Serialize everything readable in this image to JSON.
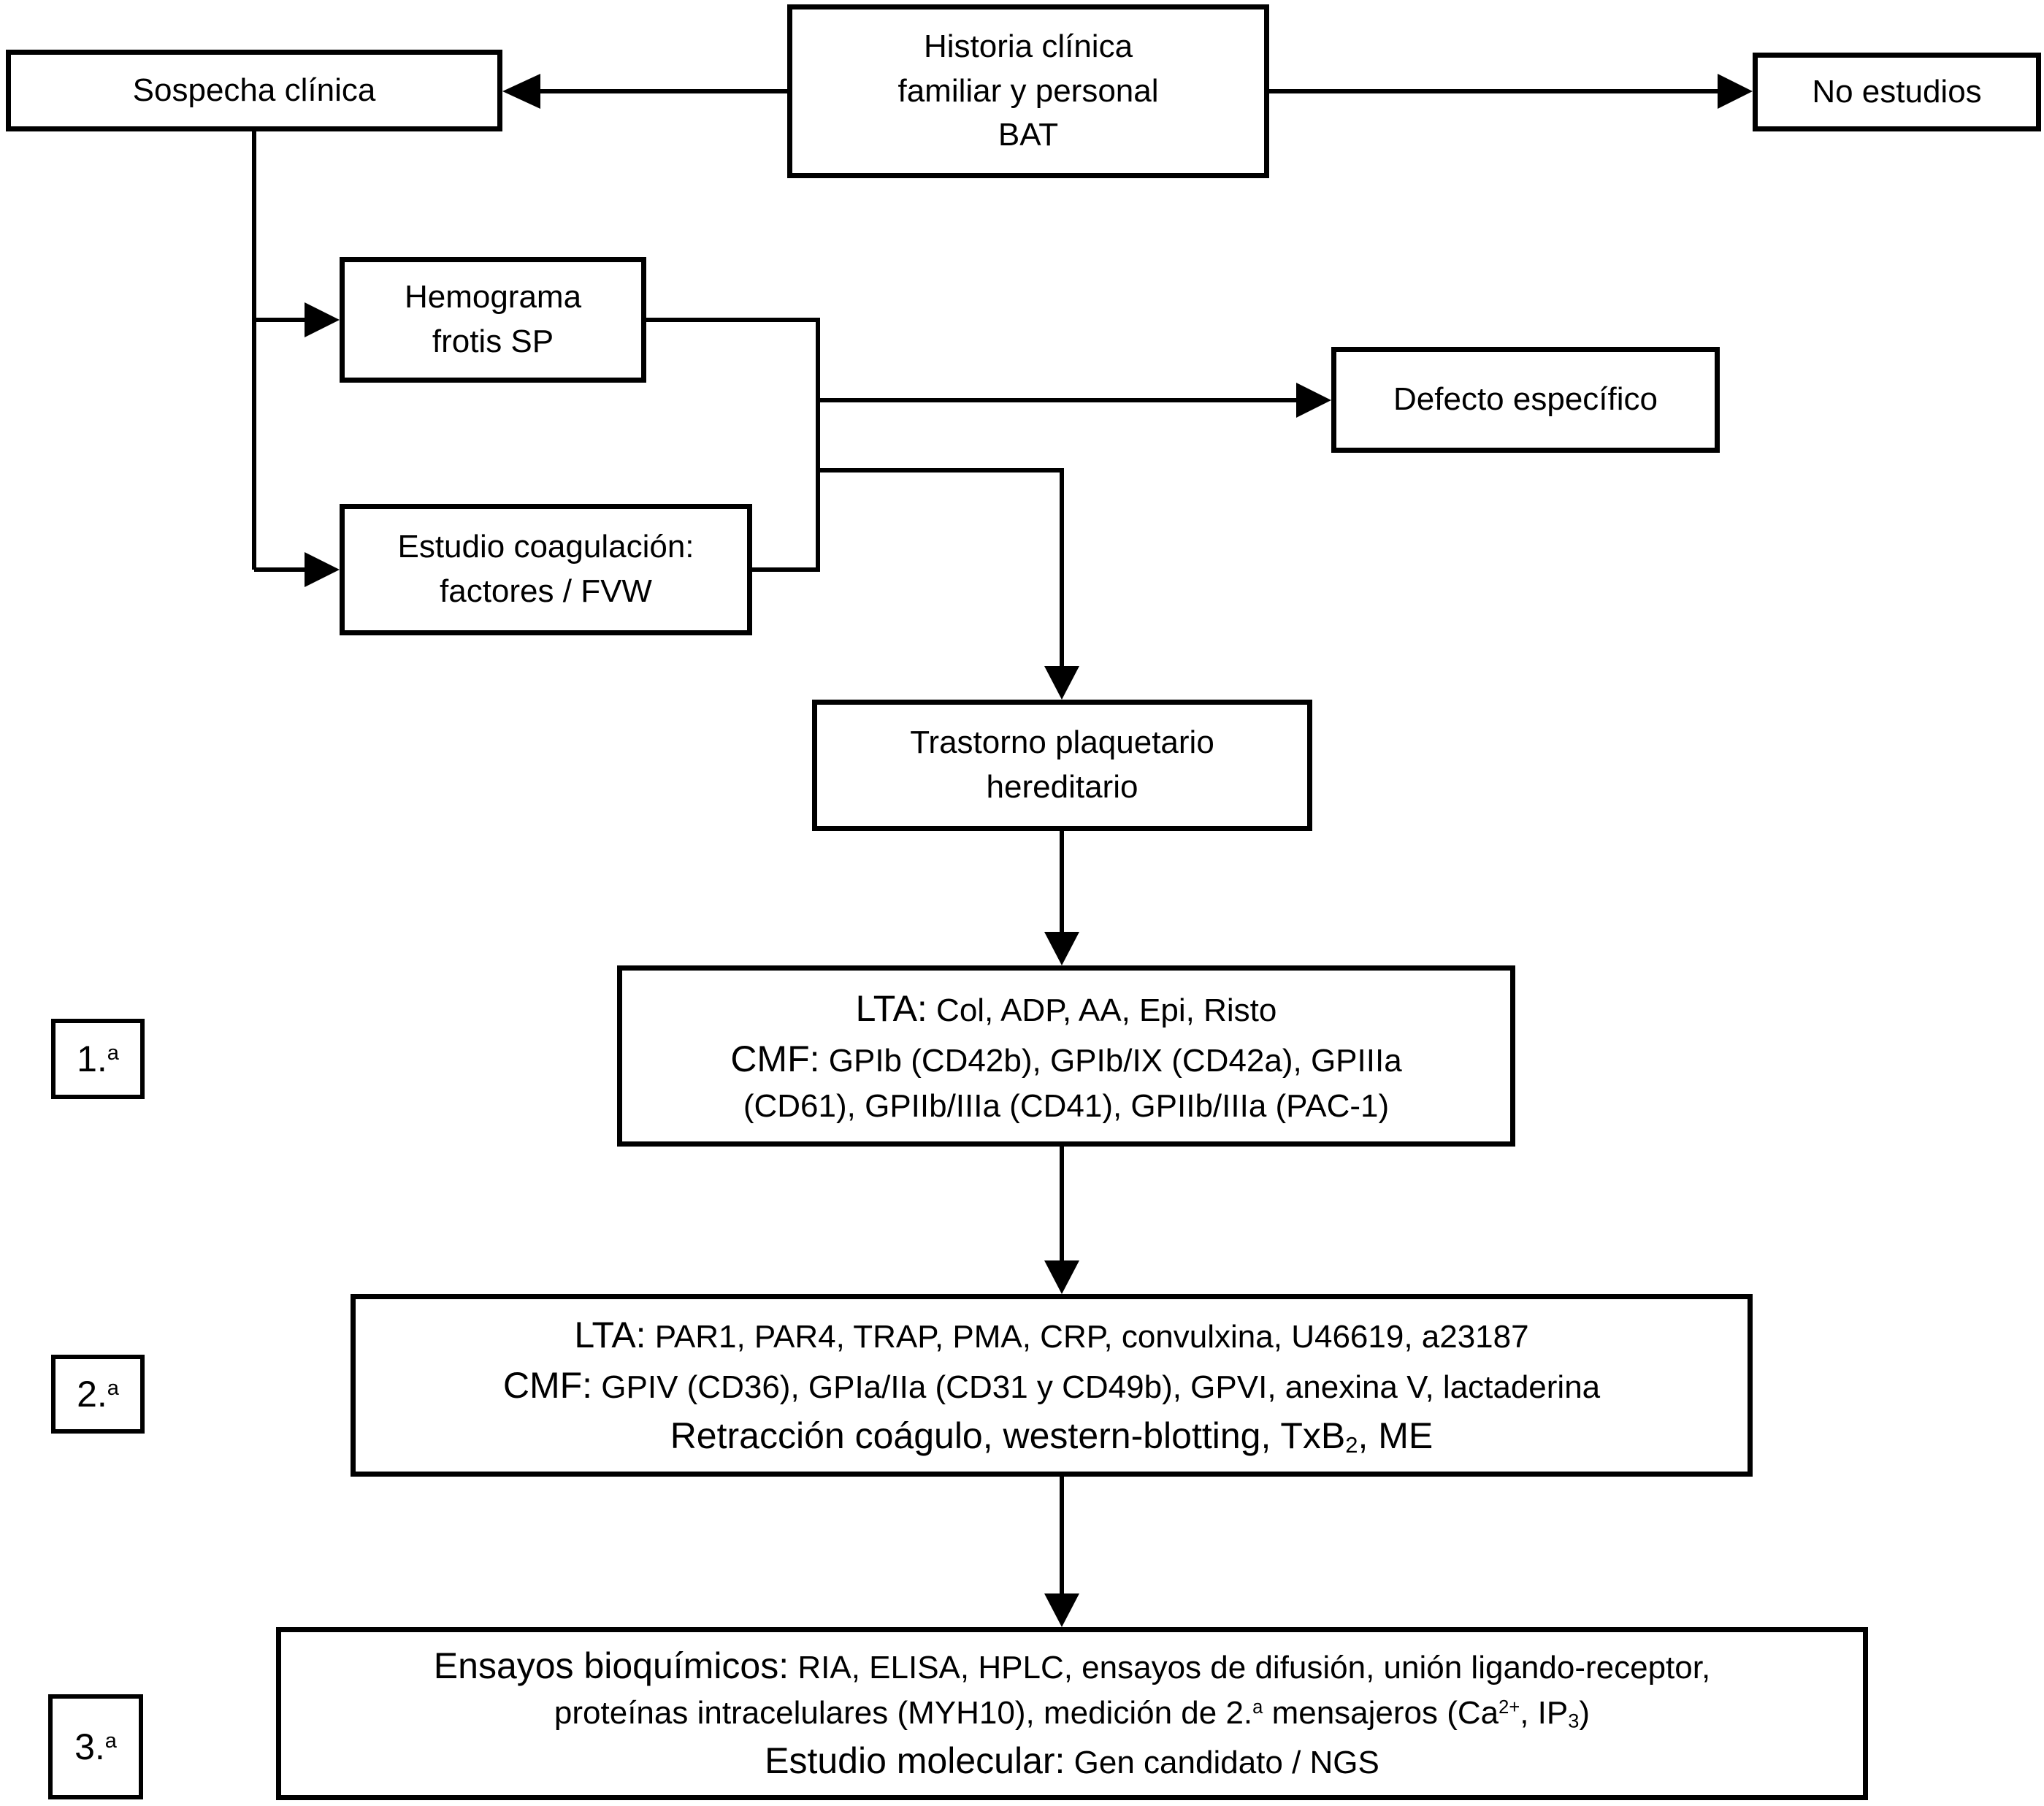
{
  "colors": {
    "ink": "#000000",
    "paper": "#ffffff"
  },
  "nodes": {
    "historia": {
      "line1": "Historia clínica",
      "line2": "familiar y personal",
      "line3": "BAT"
    },
    "sospecha": {
      "label": "Sospecha clínica"
    },
    "no_estudios": {
      "label": "No estudios"
    },
    "hemograma": {
      "line1": "Hemograma",
      "line2": "frotis SP"
    },
    "coagulacion": {
      "line1": "Estudio coagulación:",
      "line2": "factores / FVW"
    },
    "defecto": {
      "label": "Defecto específico"
    },
    "trastorno": {
      "line1": "Trastorno plaquetario",
      "line2": "hereditario"
    },
    "nivel1": {
      "line1_prefix": "LTA:",
      "line1_rest": " Col, ADP, AA, Epi, Risto",
      "line2_prefix": "CMF:",
      "line2_rest": " GPIb (CD42b), GPIb/IX (CD42a), GPIIIa",
      "line3": "(CD61), GPIIb/IIIa (CD41), GPIIb/IIIa (PAC-1)"
    },
    "nivel2": {
      "line1_prefix": "LTA:",
      "line1_rest": " PAR1, PAR4, TRAP, PMA, CRP, convulxina, U46619, a23187",
      "line2_prefix": "CMF:",
      "line2_rest": " GPIV (CD36), GPIa/IIa (CD31 y CD49b), GPVI, anexina V, lactaderina",
      "line3_part1": "Retracción coágulo, western-blotting, TxB",
      "line3_sub": "2",
      "line3_part2": ", ME"
    },
    "nivel3": {
      "line1_prefix": "Ensayos bioquímicos:",
      "line1_rest": " RIA, ELISA, HPLC, ensayos de difusión, unión ligando-receptor,",
      "line2_part1": "proteínas intracelulares (MYH10), medición de 2.",
      "line2_sup1": "a",
      "line2_part2": " mensajeros (Ca",
      "line2_sup2": "2+",
      "line2_part3": ", IP",
      "line2_sub": "3",
      "line2_part4": ")",
      "line3_prefix": "Estudio molecular:",
      "line3_rest": " Gen candidato / NGS"
    }
  },
  "stage_labels": {
    "first": {
      "num": "1.",
      "sup": "a"
    },
    "second": {
      "num": "2.",
      "sup": "a"
    },
    "third": {
      "num": "3.",
      "sup": "a"
    }
  }
}
